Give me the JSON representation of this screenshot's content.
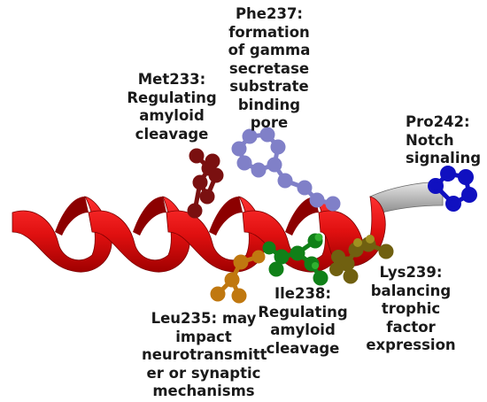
{
  "labels": {
    "phe": "Phe237:\nformation\nof gamma\nsecretase\nsubstrate\nbinding\npore",
    "met": "Met233:\nRegulating\namyloid\ncleavage",
    "pro": "Pro242:\nNotch\nsignaling",
    "leu": "Leu235: may\nimpact\nneurotransmitt\ner or synaptic\nmechanisms",
    "ile": "Ile238:\nRegulating\namyloid\ncleavage",
    "lys": "Lys239:\nbalancing\ntrophic\nfactor\nexpression"
  },
  "colors": {
    "helix": "#e01010",
    "helix_dark": "#8c0000",
    "coil": "#b0b0b0",
    "met": "#7a1010",
    "phe": "#8080c8",
    "pro": "#1010c0",
    "leu": "#c07810",
    "ile": "#108018",
    "lys": "#706010"
  }
}
